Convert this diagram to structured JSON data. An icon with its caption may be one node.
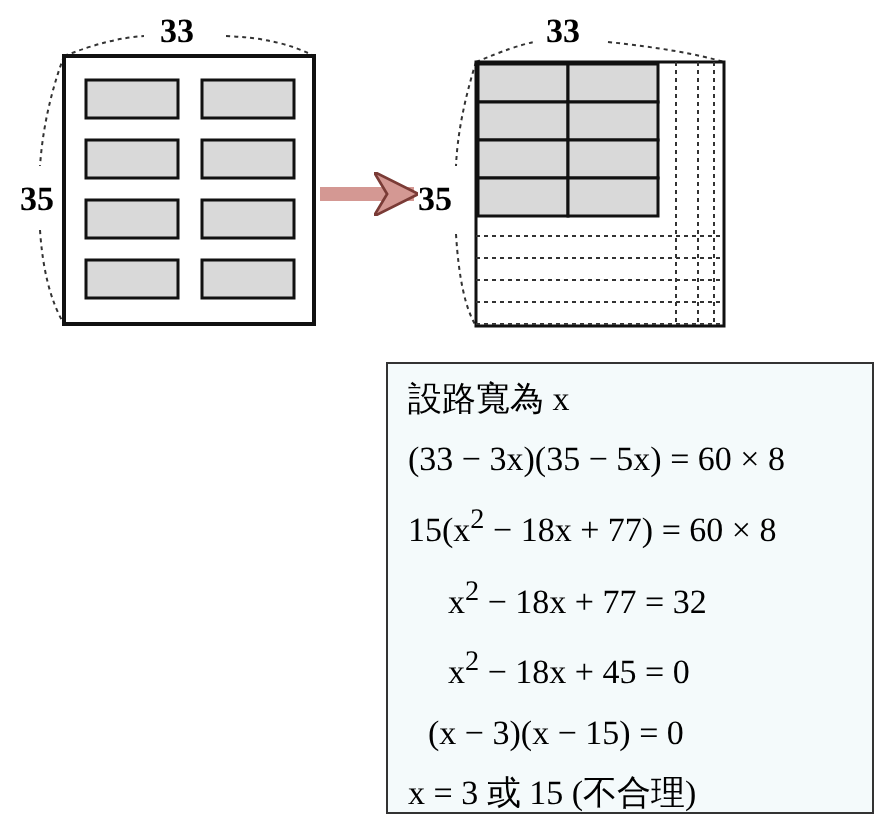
{
  "diagram": {
    "nodes": [
      {
        "text": [],
        "shape": "picture",
        "beside": [
          "33",
          "35"
        ]
      },
      {
        "text": [],
        "shape": "picture",
        "beside": [
          "33",
          "35"
        ]
      },
      {
        "text": [
          "設路寬為 x",
          "(33 − 3x)(35 − 5x) = 60 × 8",
          "15(x$^{2}$ − 18x + 77) = 60 × 8",
          "x$^{2}$ − 18x + 77 = 32",
          "x$^{2}$ − 18x + 45 = 0",
          "(x − 3)(x − 15) = 0",
          "x = 3 或 15 (不合理)"
        ]
      }
    ],
    "edges": [
      {
        "from": 0,
        "to": 1,
        "arrow": "to"
      }
    ]
  }
}
